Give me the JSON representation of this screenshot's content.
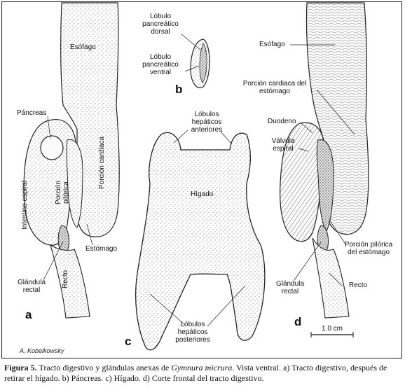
{
  "labels": {
    "esofago_a": "Esófago",
    "pancreas": "Páncreas",
    "intestino": "Intestino espiral",
    "pilorica_a": "Porción pilórica",
    "cardiaca_a": "Porción cardíaca",
    "estomago_a": "Estómago",
    "glandula_a": "Glándula rectal",
    "recto_a": "Recto",
    "lobulo_dorsal": "Lóbulo pancreático dorsal",
    "lobulo_ventral": "Lóbulo pancreático ventral",
    "lobulos_anteriores": "Lóbulos hepáticos anteriores",
    "higado": "Hígado",
    "lobulos_posteriores": "Lóbulos hepáticos posteriores",
    "esofago_d": "Esófago",
    "cardiaca_d": "Porción cardiaca del estómago",
    "duodeno": "Duodeno",
    "valvula": "Válvula espiral",
    "pilorica_d": "Porción pilórica del estómago",
    "glandula_d": "Glándula rectal",
    "recto_d": "Recto"
  },
  "panels": {
    "a": "a",
    "b": "b",
    "c": "c",
    "d": "d"
  },
  "scale_bar": "1.0 cm",
  "credit": "A. Kobelkowsky",
  "caption": {
    "figure_label": "Figura 5.",
    "text_before_species": "Tracto digestivo y glándulas anexas de",
    "species": "Gymnura micrura",
    "text_after_species": ". Vista ventral. a) Tracto digestivo, después de retirar el hígado. b) Páncreas. c) Hígado. d) Corte frontal del tracto digestivo."
  }
}
